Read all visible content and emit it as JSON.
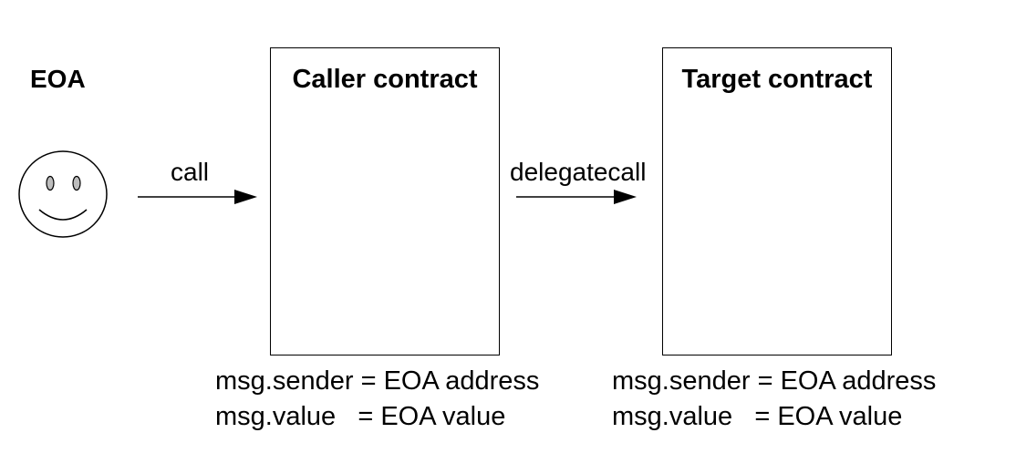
{
  "eoa": {
    "title": "EOA"
  },
  "arrows": {
    "call_label": "call",
    "delegatecall_label": "delegatecall"
  },
  "caller": {
    "title": "Caller contract",
    "sender_line": "msg.sender = EOA address",
    "value_line": "msg.value   = EOA value"
  },
  "target": {
    "title": "Target contract",
    "sender_line": "msg.sender = EOA address",
    "value_line": "msg.value   = EOA value"
  },
  "colors": {
    "stroke": "#000000",
    "face_eye_fill": "#bdbdbd",
    "background": "#ffffff"
  }
}
